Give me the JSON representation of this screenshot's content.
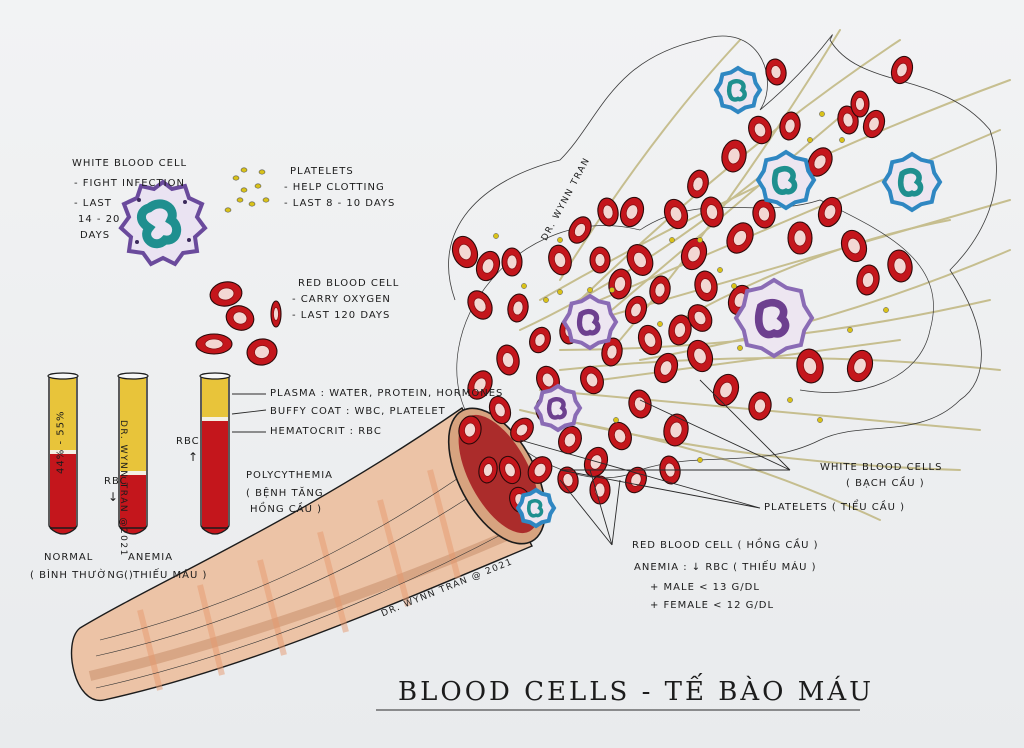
{
  "title": "BLOOD CELLS - TẾ BÀO MÁU",
  "signatures": [
    "DR. WYNN TRAN",
    "DR. WYNN TRAN @2021",
    "DR. WYNN TRAN @ 2021"
  ],
  "legend": {
    "wbc": {
      "heading": "WHITE BLOOD CELL",
      "lines": [
        "- FIGHT INFECTION",
        "- LAST",
        "14 - 20",
        "DAYS"
      ]
    },
    "platelets": {
      "heading": "PLATELETS",
      "lines": [
        "- HELP CLOTTING",
        "- LAST 8 - 10 DAYS"
      ]
    },
    "rbc": {
      "heading": "RED BLOOD CELL",
      "lines": [
        "- CARRY OXYGEN",
        "- LAST 120 DAYS"
      ]
    }
  },
  "tubes": {
    "side_label": "44% - 55%",
    "rbc_down": "RBC",
    "rbc_up": "RBC",
    "captions": [
      {
        "line1": "NORMAL",
        "line2": "( BÌNH THƯỜNG )"
      },
      {
        "line1": "ANEMIA",
        "line2": "( THIẾU MÁU )"
      }
    ],
    "polycythemia": [
      "POLYCYTHEMIA",
      "( BỆNH TĂNG",
      "HỒNG CẦU )"
    ],
    "layers": [
      "PLASMA : WATER, PROTEIN, HORMONES",
      "BUFFY COAT : WBC, PLATELET",
      "HEMATOCRIT : RBC"
    ]
  },
  "callouts": {
    "wbc": [
      "WHITE BLOOD CELLS",
      "( BẠCH CẦU )"
    ],
    "platelets": "PLATELETS ( TIỂU CẦU )",
    "rbc": "RED BLOOD CELL ( HỒNG CẦU )",
    "anemia": [
      "ANEMIA : ↓ RBC ( THIẾU MÁU )",
      "+ MALE < 13 g/dl",
      "+ FEMALE < 12 g/dl"
    ]
  },
  "colors": {
    "rbc": "#c4161c",
    "rbc_dark": "#8d0f12",
    "plasma": "#e8c43a",
    "wbc": "#8a6bb5",
    "wbc_blue": "#2f87c2",
    "platelet": "#d9c21a",
    "vessel": "#e9b89a",
    "spray": "#b9ae6f"
  }
}
